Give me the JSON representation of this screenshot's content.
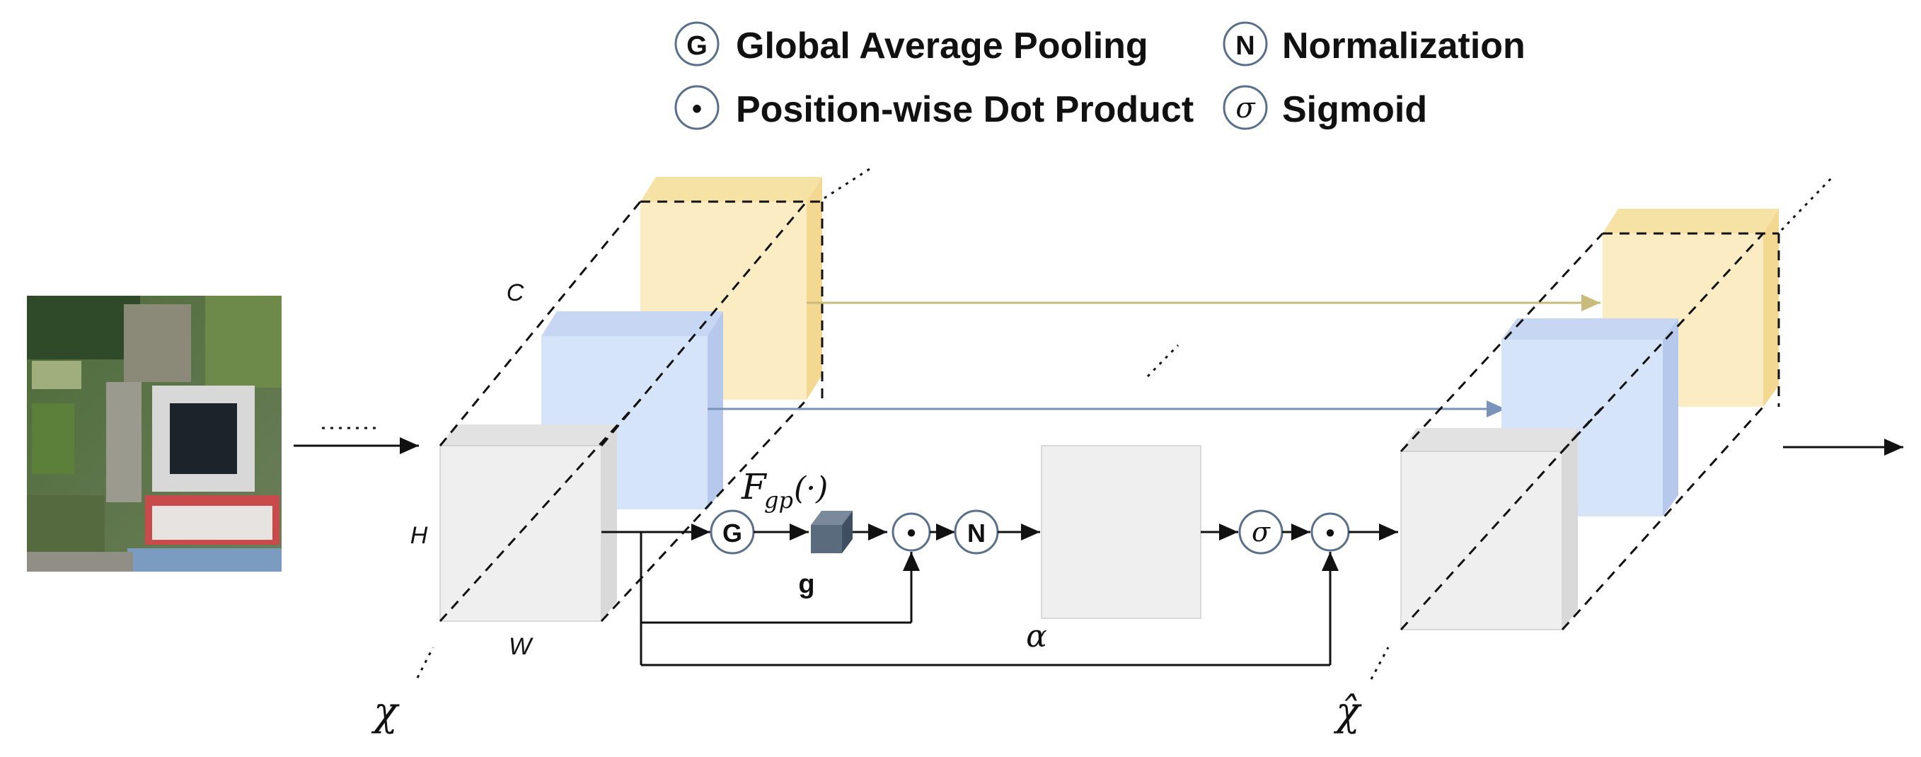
{
  "legend": {
    "items": [
      {
        "symbol": "G",
        "label": "Global Average Pooling"
      },
      {
        "symbol": "N",
        "label": "Normalization"
      },
      {
        "symbol": "•",
        "label": "Position-wise Dot Product"
      },
      {
        "symbol": "σ",
        "label": "Sigmoid"
      }
    ]
  },
  "diagram": {
    "dim_c": "C",
    "dim_h": "H",
    "dim_w": "W",
    "input_symbol": "χ",
    "output_symbol": "χ̂",
    "alpha": "α",
    "fgp_main": "F",
    "fgp_sub": "gp",
    "fgp_arg": "(·)",
    "g_label": "g",
    "op_g": "G",
    "op_n": "N",
    "op_sigma": "σ",
    "op_dot": "•"
  },
  "colors": {
    "yellow_face": "#fbecc3",
    "yellow_side": "#f2d891",
    "blue_face": "#d6e4fa",
    "blue_side": "#b6c9ec",
    "gray_face": "#efefef",
    "gray_side": "#d9d9d9",
    "g_block": "#5a6b7e",
    "yellow_arrow": "#c9bb7c",
    "blue_arrow": "#7a93b8"
  }
}
